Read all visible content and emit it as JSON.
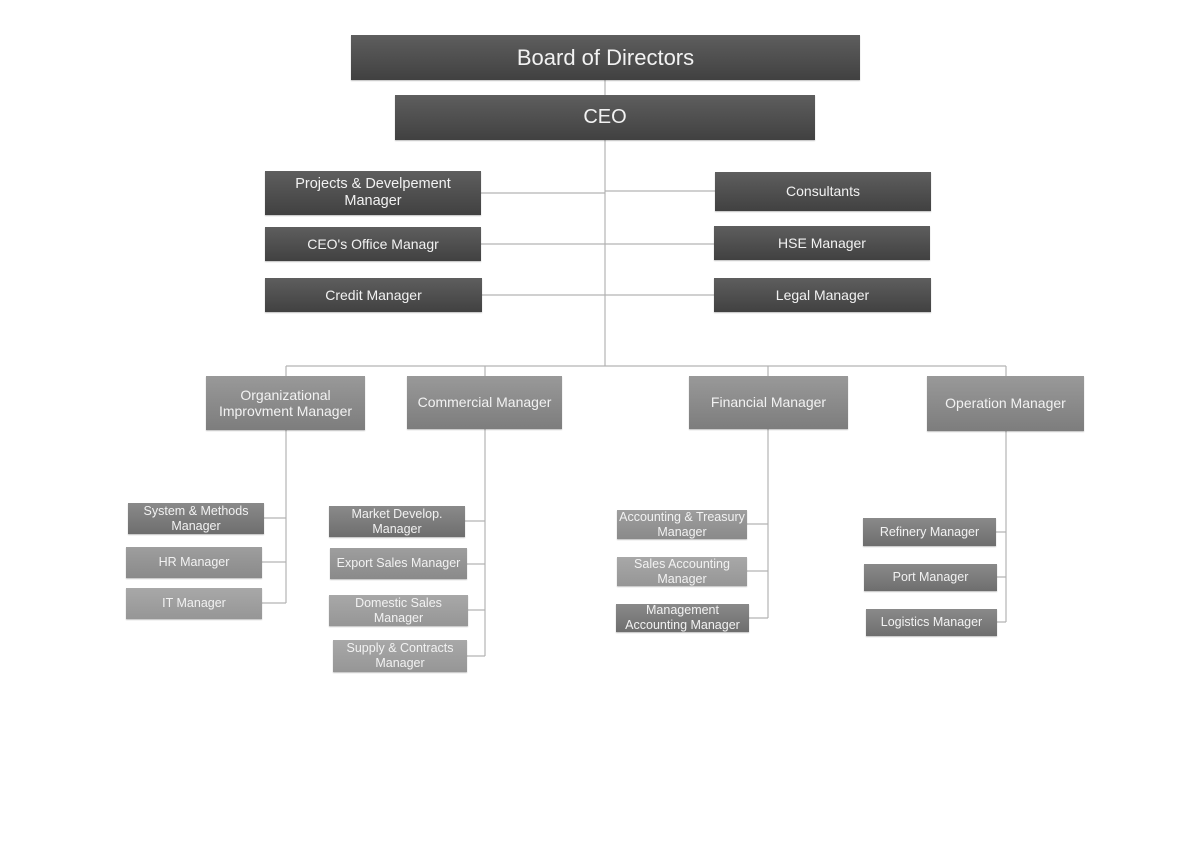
{
  "board": "Board of Directors",
  "ceo": "CEO",
  "ceo_staff_left": [
    "Projects & Develpement Manager",
    "CEO's Office Managr",
    "Credit Manager"
  ],
  "ceo_staff_right": [
    "Consultants",
    "HSE Manager",
    "Legal Manager"
  ],
  "departments": [
    {
      "title": "Organizational Improvment Manager",
      "reports": [
        "System & Methods Manager",
        "HR Manager",
        "IT Manager"
      ]
    },
    {
      "title": "Commercial Manager",
      "reports": [
        "Market Develop. Manager",
        "Export Sales Manager",
        "Domestic Sales Manager",
        "Supply & Contracts Manager"
      ]
    },
    {
      "title": "Financial Manager",
      "reports": [
        "Accounting & Treasury Manager",
        "Sales Accounting Manager",
        "Management Accounting Manager"
      ]
    },
    {
      "title": "Operation Manager",
      "reports": [
        "Refinery Manager",
        "Port Manager",
        "Logistics Manager"
      ]
    }
  ],
  "colors": {
    "top_box": "#4f4f4f",
    "department_box": "#8b8b8b",
    "connector": "#b3b3b3"
  }
}
